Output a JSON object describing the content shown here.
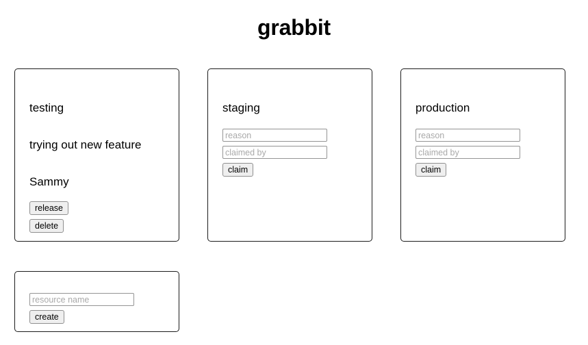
{
  "app": {
    "title": "grabbit",
    "background_color": "#ffffff",
    "text_color": "#000000",
    "card_border_color": "#1b1b1b"
  },
  "resources": [
    {
      "name": "testing",
      "claimed": true,
      "reason": "trying out new feature",
      "claimed_by": "Sammy",
      "release_label": "release",
      "delete_label": "delete"
    },
    {
      "name": "staging",
      "claimed": false,
      "reason_placeholder": "reason",
      "reason_value": "",
      "claimed_by_placeholder": "claimed by",
      "claimed_by_value": "",
      "claim_label": "claim"
    },
    {
      "name": "production",
      "claimed": false,
      "reason_placeholder": "reason",
      "reason_value": "",
      "claimed_by_placeholder": "claimed by",
      "claimed_by_value": "",
      "claim_label": "claim"
    }
  ],
  "create": {
    "resource_name_placeholder": "resource name",
    "resource_name_value": "",
    "create_label": "create"
  }
}
